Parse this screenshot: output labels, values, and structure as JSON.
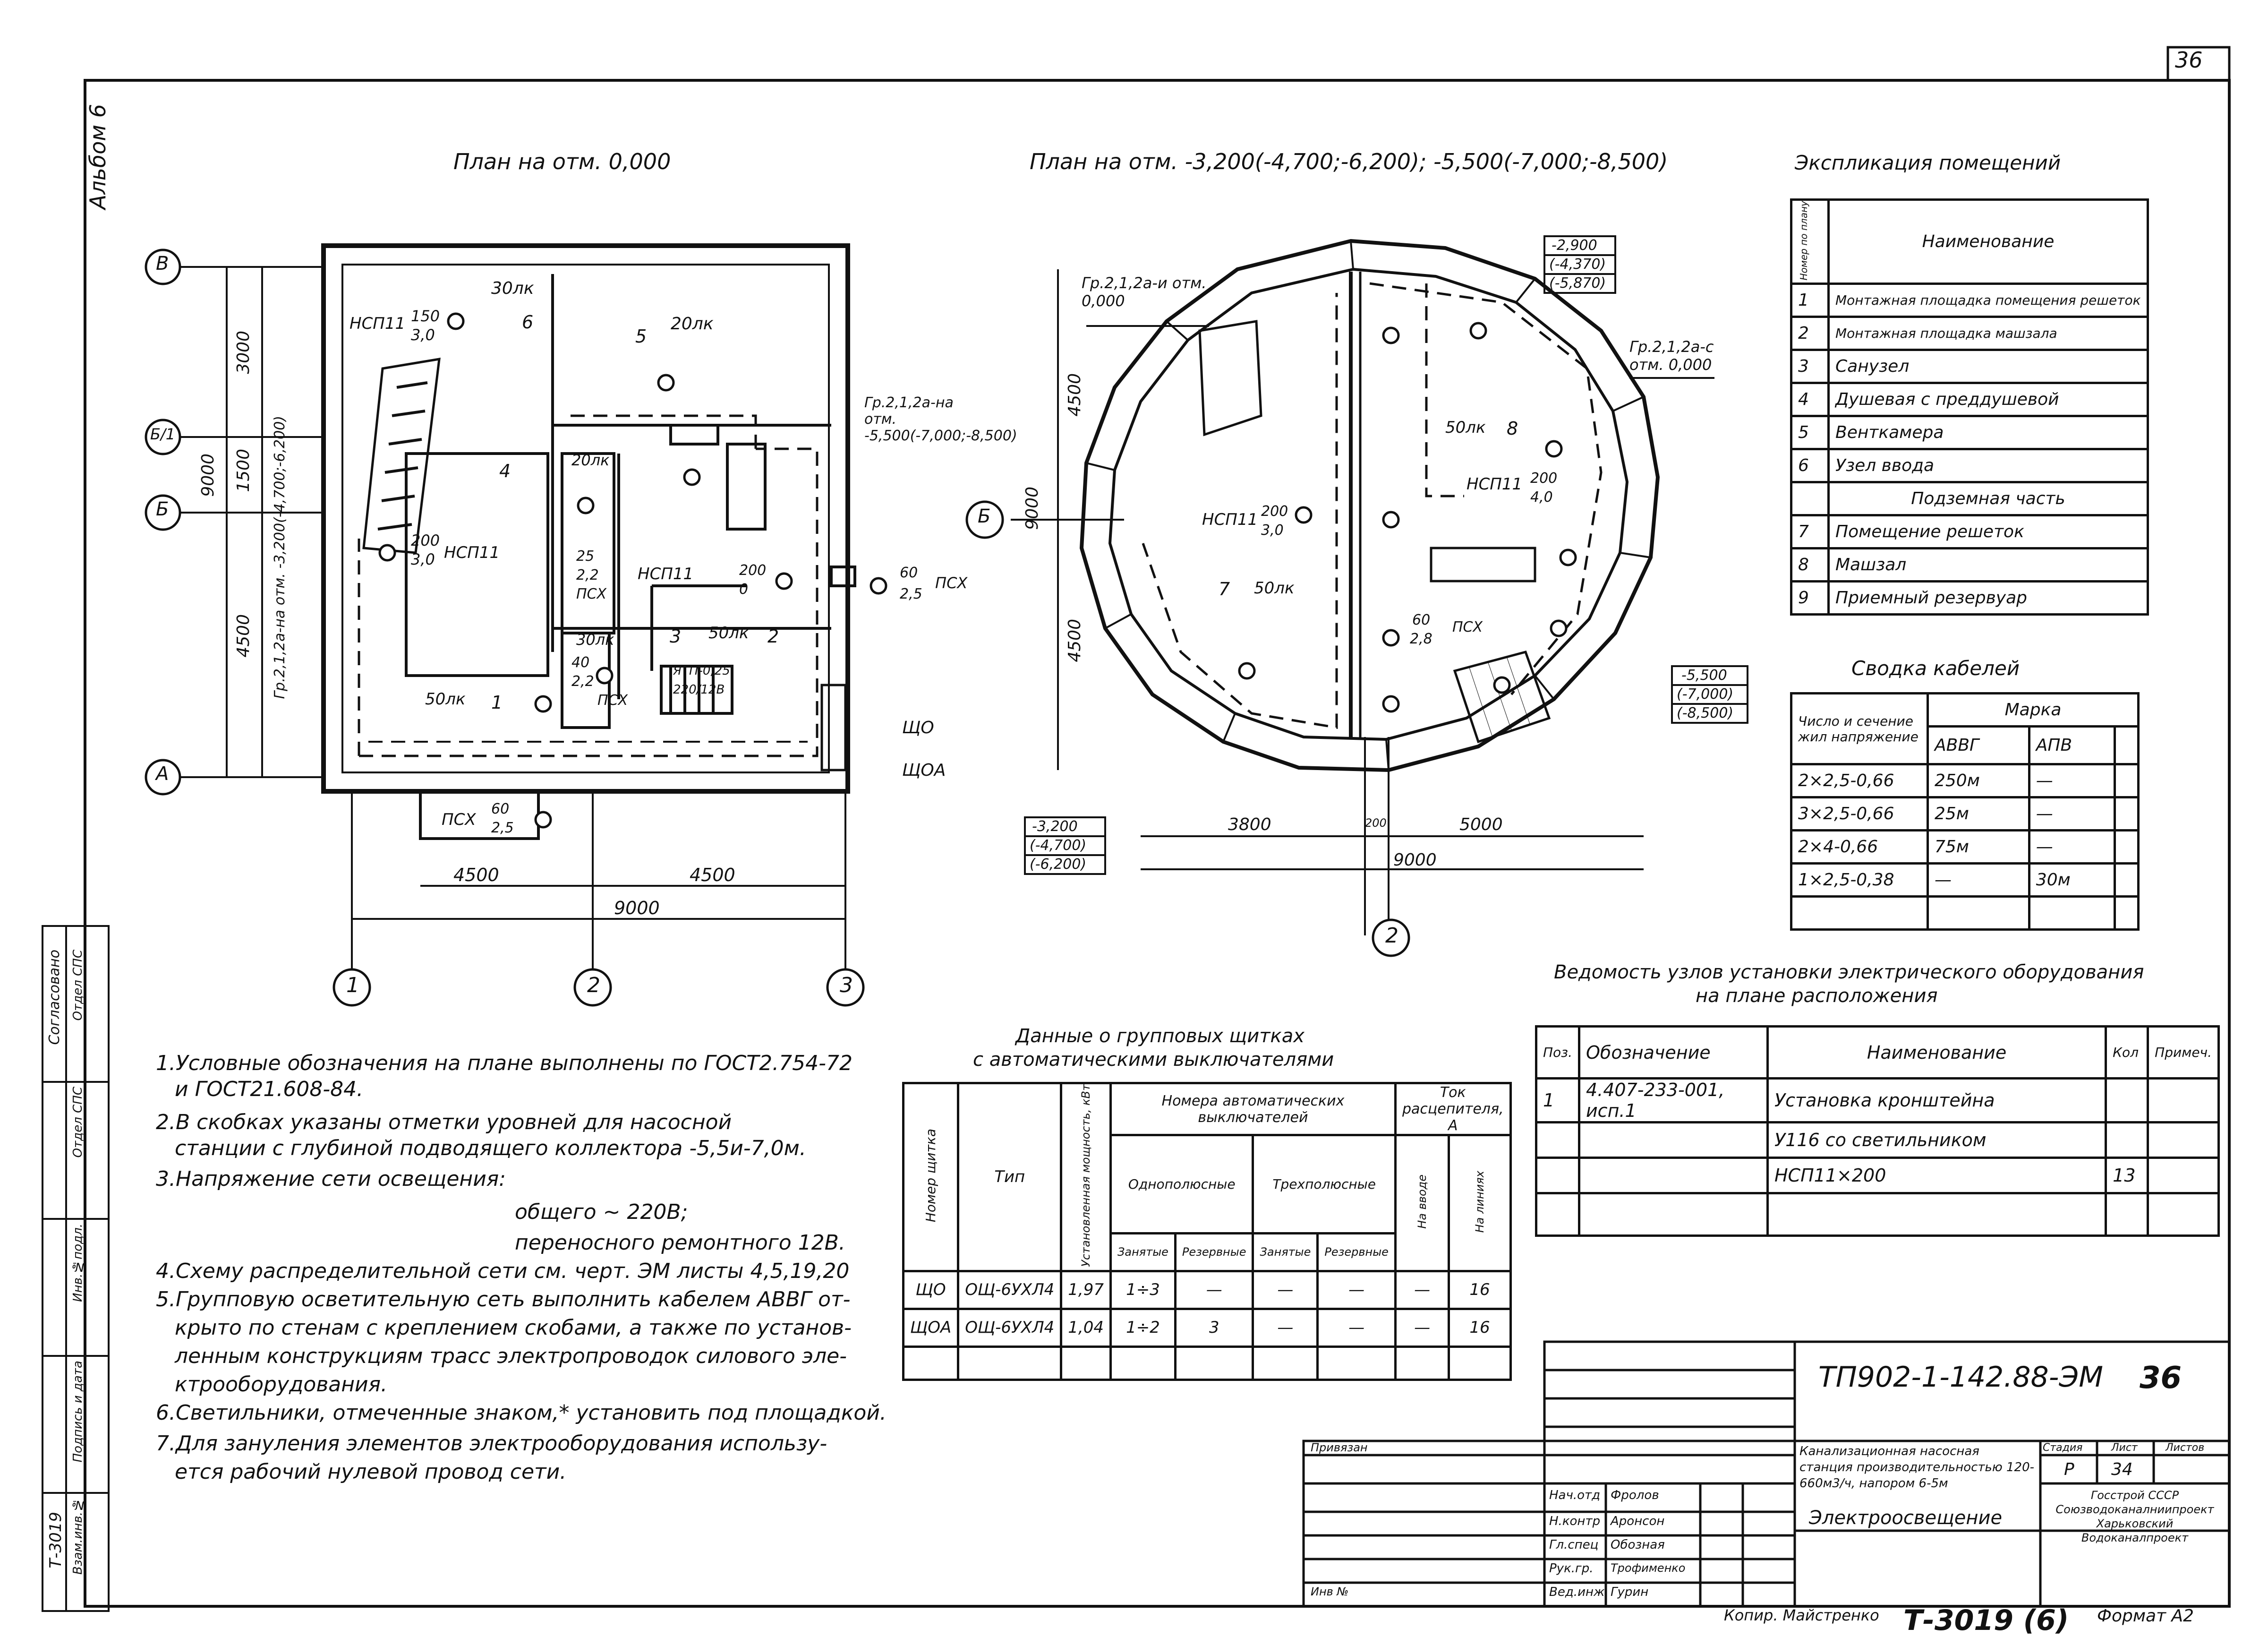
{
  "sheet": {
    "page_number": "36",
    "album": "Альбом 6",
    "bottom_stamp": "Т-3019 (6)",
    "copied_by": "Копир. Майстренко",
    "format": "Формат А2"
  },
  "plan_a": {
    "title": "План на отм. 0,000",
    "axis_letters": [
      "В",
      "Б/1",
      "Б",
      "А"
    ],
    "axis_numbers": [
      "1",
      "2",
      "3"
    ],
    "dims_vertical": [
      "3000",
      "1500",
      "9000",
      "4500"
    ],
    "dims_horizontal": [
      "4500",
      "4500",
      "9000"
    ],
    "level_note": "Гр.2,1,2а-на отм. -3,200(-4,700;-6,200)",
    "level_note_right": "Гр.2,1,2а-на отм. -5,500(-7,000;-8,500)",
    "labels": [
      "30лк",
      "20лк",
      "НСП11",
      "150",
      "3,0",
      "20лк",
      "200",
      "3,0",
      "НСП11",
      "25",
      "2,2",
      "ПСХ",
      "НСП11",
      "200",
      "0",
      "60",
      "2,5",
      "ПСХ",
      "30лк",
      "40",
      "2,2",
      "ПСХ",
      "50лк",
      "ЯТП-0,25",
      "220/12В",
      "50лк",
      "ЩО",
      "ЩОА",
      "ПСХ",
      "60",
      "2,5"
    ],
    "room_nums": [
      "6",
      "5",
      "4",
      "3",
      "2",
      "1"
    ]
  },
  "plan_b": {
    "title": "План на отм. -3,200(-4,700;-6,200); -5,500(-7,000;-8,500)",
    "top_level": "Гр.2,1,2а-и отм. 0,000",
    "right_level": "Гр.2,1,2а-с отм. 0,000",
    "box_top": [
      "-2,900",
      "(-4,370)",
      "(-5,870)"
    ],
    "box_right": [
      "-5,500",
      "(-7,000)",
      "(-8,500)"
    ],
    "box_left": [
      "-3,200",
      "(-4,700)",
      "(-6,200)"
    ],
    "axis_letter": "Б",
    "axis_number": "2",
    "dims_vertical": [
      "4500",
      "9000",
      "4500"
    ],
    "dims_horizontal": [
      "3800",
      "200",
      "5000",
      "9000"
    ],
    "labels": [
      "НСП11",
      "200",
      "3,0",
      "50лк",
      "50лк",
      "НСП11",
      "200",
      "4,0",
      "60",
      "2,8",
      "ПСХ"
    ],
    "room_nums": [
      "7",
      "8"
    ]
  },
  "explication": {
    "title": "Экспликация помещений",
    "header_num": "Номер по плану",
    "header_name": "Наименование",
    "rows": [
      {
        "n": "1",
        "name": "Монтажная площадка помещения решеток"
      },
      {
        "n": "2",
        "name": "Монтажная площадка машзала"
      },
      {
        "n": "3",
        "name": "Санузел"
      },
      {
        "n": "4",
        "name": "Душевая с преддушевой"
      },
      {
        "n": "5",
        "name": "Венткамера"
      },
      {
        "n": "6",
        "name": "Узел ввода"
      },
      {
        "n": "",
        "name": "Подземная часть"
      },
      {
        "n": "7",
        "name": "Помещение решеток"
      },
      {
        "n": "8",
        "name": "Машзал"
      },
      {
        "n": "9",
        "name": "Приемный резервуар"
      }
    ]
  },
  "cables": {
    "title": "Сводка кабелей",
    "h1": "Число и сечение жил напряжение",
    "h_mark": "Марка",
    "h_a": "АВВГ",
    "h_b": "АПВ",
    "rows": [
      {
        "a": "2×2,5-0,66",
        "b": "250м",
        "c": "—"
      },
      {
        "a": "3×2,5-0,66",
        "b": "25м",
        "c": "—"
      },
      {
        "a": "2×4-0,66",
        "b": "75м",
        "c": "—"
      },
      {
        "a": "1×2,5-0,38",
        "b": "—",
        "c": "30м"
      }
    ]
  },
  "nodes": {
    "title1": "Ведомость узлов установки электрического оборудования",
    "title2": "на плане расположения",
    "h_pos": "Поз.",
    "h_code": "Обозначение",
    "h_name": "Наименование",
    "h_qty": "Кол",
    "h_note": "Примеч.",
    "pos": "1",
    "code": "4.407-233-001, исп.1",
    "name1": "Установка кронштейна",
    "name2": "У116 со светильником",
    "name3": "НСП11×200",
    "qty": "13"
  },
  "panels": {
    "title1": "Данные о групповых щитках",
    "title2": "с автоматическими выключателями",
    "h_num": "Номер щитка",
    "h_type": "Тип",
    "h_power": "Установленная мощность, кВт",
    "h_breakers": "Номера автоматических выключателей",
    "h_single": "Однополюсные",
    "h_triple": "Трехполюсные",
    "h_busy": "Занятые",
    "h_res": "Резервные",
    "h_current": "Ток расцепителя, А",
    "h_in": "На вводе",
    "h_lines": "На линиях",
    "rows": [
      {
        "num": "ЩО",
        "type": "ОЩ-6УХЛ4",
        "p": "1,97",
        "a": "1÷3",
        "b": "—",
        "c": "—",
        "d": "—",
        "e": "—",
        "f": "16"
      },
      {
        "num": "ЩОА",
        "type": "ОЩ-6УХЛ4",
        "p": "1,04",
        "a": "1÷2",
        "b": "3",
        "c": "—",
        "d": "—",
        "e": "—",
        "f": "16"
      }
    ]
  },
  "notes": [
    "1.Условные обозначения на плане выполнены по ГОСТ2.754-72",
    "и ГОСТ21.608-84.",
    "2.В скобках указаны отметки уровней для насосной",
    "станции с глубиной подводящего коллектора -5,5и-7,0м.",
    "3.Напряжение сети освещения:",
    "общего ~ 220В;",
    "переносного ремонтного 12В.",
    "4.Схему распределительной сети см. черт. ЭМ листы 4,5,19,20",
    "5.Групповую осветительную сеть выполнить кабелем АВВГ от-",
    "крыто по стенам с креплением скобами, а также по установ-",
    "ленным конструкциям трасс электропроводок силового эле-",
    "ктрооборудования.",
    "6.Светильники, отмеченные знаком,* установить под площадкой.",
    "7.Для зануления элементов электрооборудования использу-",
    "ется рабочий нулевой провод сети."
  ],
  "title_block": {
    "code": "ТП902-1-142.88-ЭМ",
    "sheet": "36",
    "bind": "Привязан",
    "inv": "Инв №",
    "roles": [
      "Нач.отд",
      "Н.контр",
      "Гл.спец",
      "Рук.гр.",
      "Вед.инж"
    ],
    "names": [
      "Фролов",
      "Аронсон",
      "Обозная",
      "Трофименко",
      "Гурин"
    ],
    "project": "Канализационная насосная станция производительностью 120-660м3/ч, напором 6-5м",
    "stage_h": "Стадия",
    "list_h": "Лист",
    "lists_h": "Листов",
    "stage": "Р",
    "list": "34",
    "drawing": "Электроосвещение",
    "org": "Госстрой СССР Союзводоканалниипроект Харьковский Водоканалпроект"
  },
  "side_stamp": {
    "agreed": "Согласовано",
    "labels": [
      "Отдел СПС",
      "Отдел СПС",
      "Инв.№подл.",
      "Подпись и дата",
      "Взам.инв.№"
    ],
    "inv": "Т-3019"
  }
}
